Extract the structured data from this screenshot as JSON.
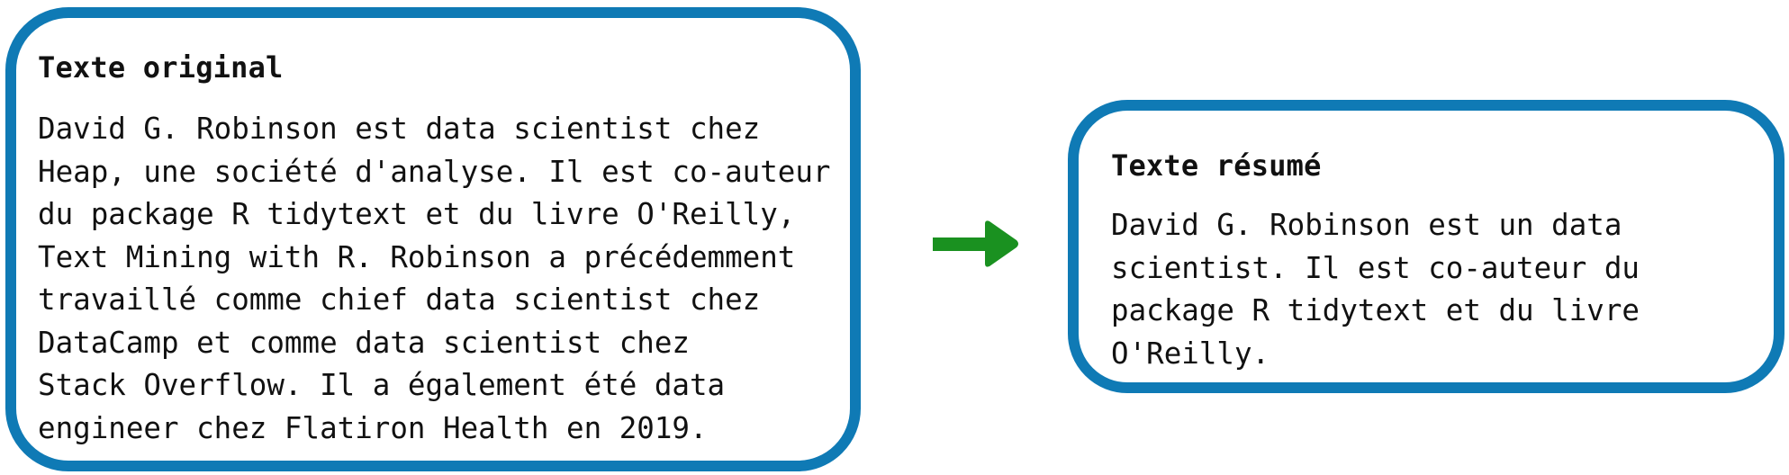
{
  "diagram": {
    "colors": {
      "box_border": "#0f7ab5",
      "arrow": "#1a9120",
      "text": "#111111",
      "background": "#ffffff"
    },
    "original": {
      "title": "Texte original",
      "lines": [
        "David G. Robinson est data scientist chez",
        "Heap, une société d'analyse. Il est co-auteur",
        "du package R tidytext et du livre O'Reilly,",
        "Text Mining with R. Robinson a précédemment",
        "travaillé comme chief data scientist chez",
        "DataCamp et comme data scientist chez",
        "Stack Overflow. Il a également été data",
        "engineer chez Flatiron Health en 2019."
      ]
    },
    "arrow": {
      "icon": "arrow-right-icon",
      "direction": "right"
    },
    "summary": {
      "title": "Texte résumé",
      "lines": [
        "David G. Robinson est un data",
        "scientist. Il est co-auteur du",
        "package R tidytext et du livre",
        "O'Reilly."
      ]
    }
  }
}
